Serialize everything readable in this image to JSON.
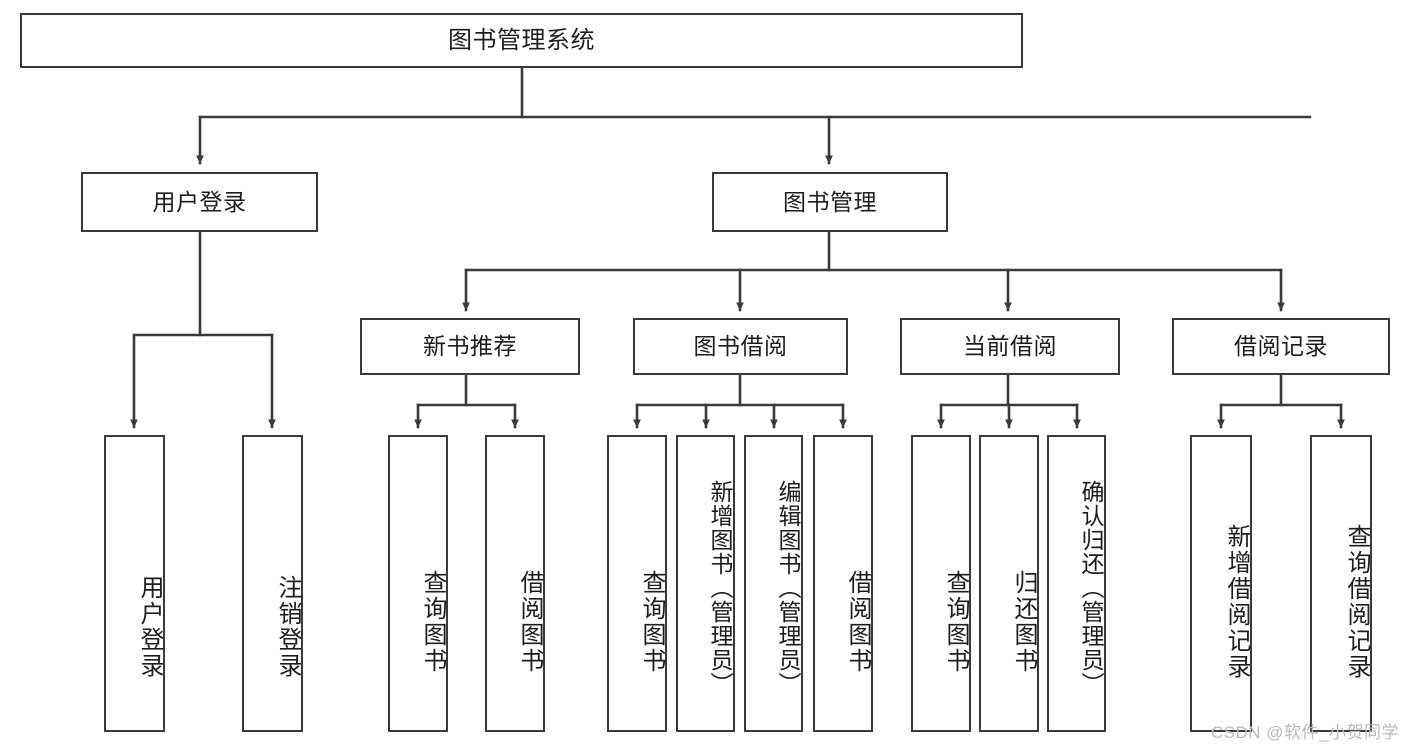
{
  "diagram": {
    "type": "tree",
    "orientation": "top-down",
    "title": "图书管理系统",
    "watermark": "CSDN @软件_小贺同学",
    "colors": {
      "box_border": "#3a3a3a",
      "box_fill": "#ffffff",
      "edge": "#3a3a3a",
      "text": "#1d1d1d",
      "watermark": "#b9b9b9",
      "background": "#ffffff"
    },
    "nodes": {
      "root": {
        "label": "图书管理系统",
        "level": 0
      },
      "user_login": {
        "label": "用户登录",
        "level": 1
      },
      "book_manage": {
        "label": "图书管理",
        "level": 1
      },
      "new_book_rec": {
        "label": "新书推荐",
        "level": 2
      },
      "book_borrow": {
        "label": "图书借阅",
        "level": 2
      },
      "current_borrow": {
        "label": "当前借阅",
        "level": 2
      },
      "borrow_record": {
        "label": "借阅记录",
        "level": 2
      },
      "leaf_user_login": {
        "label": "用户登录",
        "level": 3
      },
      "leaf_logout": {
        "label": "注销登录",
        "level": 3
      },
      "leaf_query_book_1": {
        "label": "查询图书",
        "level": 3
      },
      "leaf_borrow_book_1": {
        "label": "借阅图书",
        "level": 3
      },
      "leaf_query_book_2": {
        "label": "查询图书",
        "level": 3
      },
      "leaf_add_book": {
        "label": "新增图书（管理员）",
        "level": 3
      },
      "leaf_edit_book": {
        "label": "编辑图书（管理员）",
        "level": 3
      },
      "leaf_borrow_book_2": {
        "label": "借阅图书",
        "level": 3
      },
      "leaf_query_book_3": {
        "label": "查询图书",
        "level": 3
      },
      "leaf_return_book": {
        "label": "归还图书",
        "level": 3
      },
      "leaf_confirm_return": {
        "label": "确认归还（管理员）",
        "level": 3
      },
      "leaf_add_record": {
        "label": "新增借阅记录",
        "level": 3
      },
      "leaf_query_record": {
        "label": "查询借阅记录",
        "level": 3
      }
    },
    "edges": [
      {
        "from": "root",
        "to": "user_login"
      },
      {
        "from": "root",
        "to": "book_manage"
      },
      {
        "from": "user_login",
        "to": "leaf_user_login"
      },
      {
        "from": "user_login",
        "to": "leaf_logout"
      },
      {
        "from": "book_manage",
        "to": "new_book_rec"
      },
      {
        "from": "book_manage",
        "to": "book_borrow"
      },
      {
        "from": "book_manage",
        "to": "current_borrow"
      },
      {
        "from": "book_manage",
        "to": "borrow_record"
      },
      {
        "from": "new_book_rec",
        "to": "leaf_query_book_1"
      },
      {
        "from": "new_book_rec",
        "to": "leaf_borrow_book_1"
      },
      {
        "from": "book_borrow",
        "to": "leaf_query_book_2"
      },
      {
        "from": "book_borrow",
        "to": "leaf_add_book"
      },
      {
        "from": "book_borrow",
        "to": "leaf_edit_book"
      },
      {
        "from": "book_borrow",
        "to": "leaf_borrow_book_2"
      },
      {
        "from": "current_borrow",
        "to": "leaf_query_book_3"
      },
      {
        "from": "current_borrow",
        "to": "leaf_return_book"
      },
      {
        "from": "current_borrow",
        "to": "leaf_confirm_return"
      },
      {
        "from": "borrow_record",
        "to": "leaf_add_record"
      },
      {
        "from": "borrow_record",
        "to": "leaf_query_record"
      }
    ]
  }
}
